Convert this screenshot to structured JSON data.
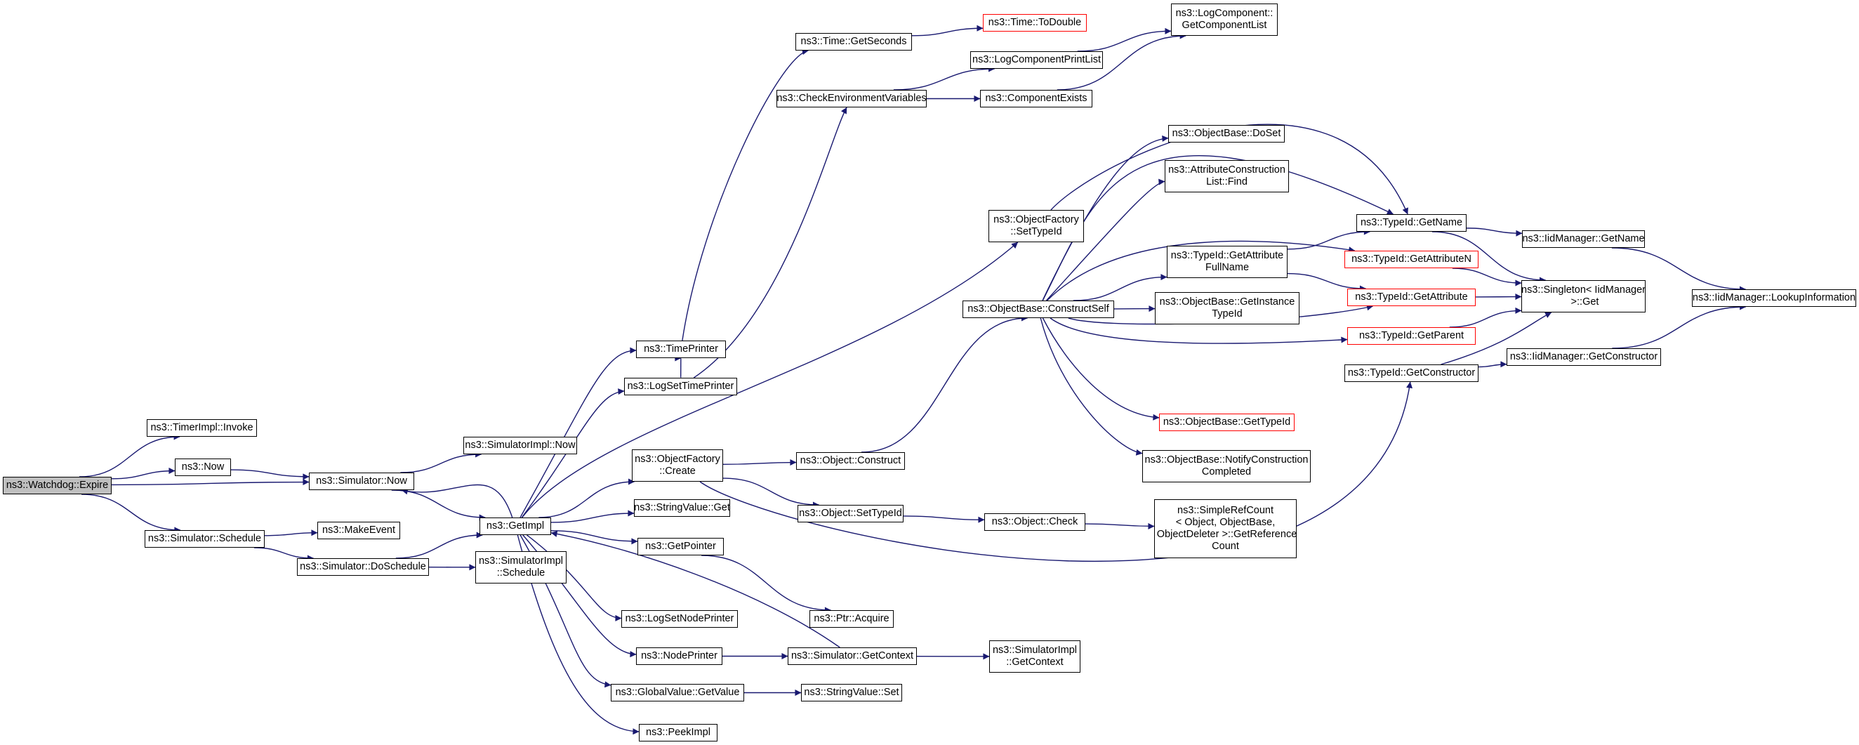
{
  "diagram": {
    "nodes": [
      {
        "id": "expire",
        "label": "ns3::Watchdog::Expire",
        "root": true
      },
      {
        "id": "timerimpl_invoke",
        "label": "ns3::TimerImpl::Invoke"
      },
      {
        "id": "now",
        "label": "ns3::Now"
      },
      {
        "id": "sim_now",
        "label": "ns3::Simulator::Now"
      },
      {
        "id": "simimpl_now",
        "label": "ns3::SimulatorImpl::Now"
      },
      {
        "id": "sim_schedule",
        "label": "ns3::Simulator::Schedule"
      },
      {
        "id": "makeevent",
        "label": "ns3::MakeEvent"
      },
      {
        "id": "sim_doschedule",
        "label": "ns3::Simulator::DoSchedule"
      },
      {
        "id": "simimpl_schedule",
        "label": "ns3::SimulatorImpl\n::Schedule"
      },
      {
        "id": "getimpl",
        "label": "ns3::GetImpl"
      },
      {
        "id": "timeprinter",
        "label": "ns3::TimePrinter"
      },
      {
        "id": "logsettimeprinter",
        "label": "ns3::LogSetTimePrinter"
      },
      {
        "id": "time_getseconds",
        "label": "ns3::Time::GetSeconds"
      },
      {
        "id": "time_todouble",
        "label": "ns3::Time::ToDouble",
        "red": true
      },
      {
        "id": "checkenv",
        "label": "ns3::CheckEnvironmentVariables"
      },
      {
        "id": "logcompprintlist",
        "label": "ns3::LogComponentPrintList"
      },
      {
        "id": "componentexists",
        "label": "ns3::ComponentExists"
      },
      {
        "id": "logcomp_getlist",
        "label": "ns3::LogComponent::\nGetComponentList"
      },
      {
        "id": "of_settypeid",
        "label": "ns3::ObjectFactory\n::SetTypeId"
      },
      {
        "id": "of_create",
        "label": "ns3::ObjectFactory\n::Create"
      },
      {
        "id": "stringvalue_get",
        "label": "ns3::StringValue::Get"
      },
      {
        "id": "getpointer",
        "label": "ns3::GetPointer"
      },
      {
        "id": "lognodeprinter",
        "label": "ns3::LogSetNodePrinter"
      },
      {
        "id": "nodeprinter",
        "label": "ns3::NodePrinter"
      },
      {
        "id": "gv_getvalue",
        "label": "ns3::GlobalValue::GetValue"
      },
      {
        "id": "peekimpl",
        "label": "ns3::PeekImpl"
      },
      {
        "id": "obj_construct",
        "label": "ns3::Object::Construct"
      },
      {
        "id": "obj_settypeid",
        "label": "ns3::Object::SetTypeId"
      },
      {
        "id": "ptr_acquire",
        "label": "ns3::Ptr::Acquire"
      },
      {
        "id": "sim_getcontext",
        "label": "ns3::Simulator::GetContext"
      },
      {
        "id": "stringvalue_set",
        "label": "ns3::StringValue::Set"
      },
      {
        "id": "obj_check",
        "label": "ns3::Object::Check"
      },
      {
        "id": "simimpl_getcontext",
        "label": "ns3::SimulatorImpl\n::GetContext"
      },
      {
        "id": "srefcount",
        "label": "ns3::SimpleRefCount\n< Object, ObjectBase,\n ObjectDeleter >::GetReference\nCount"
      },
      {
        "id": "ob_constructself",
        "label": "ns3::ObjectBase::ConstructSelf"
      },
      {
        "id": "ob_doset",
        "label": "ns3::ObjectBase::DoSet"
      },
      {
        "id": "attrconslist_find",
        "label": "ns3::AttributeConstruction\nList::Find"
      },
      {
        "id": "typeid_getattrfullname",
        "label": "ns3::TypeId::GetAttribute\nFullName"
      },
      {
        "id": "ob_getinstancetypeid",
        "label": "ns3::ObjectBase::GetInstance\nTypeId"
      },
      {
        "id": "ob_gettypeid",
        "label": "ns3::ObjectBase::GetTypeId",
        "red": true
      },
      {
        "id": "ob_notifyconstcompleted",
        "label": "ns3::ObjectBase::NotifyConstruction\nCompleted"
      },
      {
        "id": "typeid_getname",
        "label": "ns3::TypeId::GetName"
      },
      {
        "id": "typeid_getattributen",
        "label": "ns3::TypeId::GetAttributeN",
        "red": true
      },
      {
        "id": "typeid_getattribute",
        "label": "ns3::TypeId::GetAttribute",
        "red": true
      },
      {
        "id": "typeid_getparent",
        "label": "ns3::TypeId::GetParent",
        "red": true
      },
      {
        "id": "typeid_getconstructor",
        "label": "ns3::TypeId::GetConstructor"
      },
      {
        "id": "iidmgr_getname",
        "label": "ns3::IidManager::GetName"
      },
      {
        "id": "singleton_get",
        "label": "ns3::Singleton< IidManager\n >::Get"
      },
      {
        "id": "iidmgr_getconstructor",
        "label": "ns3::IidManager::GetConstructor"
      },
      {
        "id": "iidmgr_lookupinfo",
        "label": "ns3::IidManager::LookupInformation"
      }
    ],
    "edges": [
      [
        "expire",
        "timerimpl_invoke"
      ],
      [
        "expire",
        "now"
      ],
      [
        "expire",
        "sim_now"
      ],
      [
        "expire",
        "sim_schedule"
      ],
      [
        "now",
        "sim_now"
      ],
      [
        "sim_now",
        "simimpl_now"
      ],
      [
        "sim_now",
        "getimpl"
      ],
      [
        "sim_schedule",
        "makeevent"
      ],
      [
        "sim_schedule",
        "sim_doschedule"
      ],
      [
        "sim_doschedule",
        "getimpl"
      ],
      [
        "sim_doschedule",
        "simimpl_schedule"
      ],
      [
        "getimpl",
        "sim_now"
      ],
      [
        "getimpl",
        "timeprinter"
      ],
      [
        "getimpl",
        "logsettimeprinter"
      ],
      [
        "getimpl",
        "of_settypeid"
      ],
      [
        "getimpl",
        "of_create"
      ],
      [
        "getimpl",
        "stringvalue_get"
      ],
      [
        "getimpl",
        "getpointer"
      ],
      [
        "getimpl",
        "lognodeprinter"
      ],
      [
        "getimpl",
        "nodeprinter"
      ],
      [
        "getimpl",
        "gv_getvalue"
      ],
      [
        "getimpl",
        "peekimpl"
      ],
      [
        "timeprinter",
        "time_getseconds"
      ],
      [
        "logsettimeprinter",
        "timeprinter"
      ],
      [
        "logsettimeprinter",
        "checkenv"
      ],
      [
        "time_getseconds",
        "time_todouble"
      ],
      [
        "checkenv",
        "logcompprintlist"
      ],
      [
        "checkenv",
        "componentexists"
      ],
      [
        "logcompprintlist",
        "logcomp_getlist"
      ],
      [
        "componentexists",
        "logcomp_getlist"
      ],
      [
        "of_settypeid",
        "typeid_getname"
      ],
      [
        "of_create",
        "obj_construct"
      ],
      [
        "of_create",
        "obj_settypeid"
      ],
      [
        "of_create",
        "typeid_getconstructor"
      ],
      [
        "getpointer",
        "ptr_acquire"
      ],
      [
        "nodeprinter",
        "sim_getcontext"
      ],
      [
        "gv_getvalue",
        "stringvalue_set"
      ],
      [
        "sim_getcontext",
        "getimpl"
      ],
      [
        "sim_getcontext",
        "simimpl_getcontext"
      ],
      [
        "obj_construct",
        "ob_constructself"
      ],
      [
        "obj_settypeid",
        "obj_check"
      ],
      [
        "obj_check",
        "srefcount"
      ],
      [
        "ob_constructself",
        "ob_doset"
      ],
      [
        "ob_constructself",
        "attrconslist_find"
      ],
      [
        "ob_constructself",
        "typeid_getattrfullname"
      ],
      [
        "ob_constructself",
        "ob_getinstancetypeid"
      ],
      [
        "ob_constructself",
        "ob_gettypeid"
      ],
      [
        "ob_constructself",
        "ob_notifyconstcompleted"
      ],
      [
        "ob_constructself",
        "typeid_getname"
      ],
      [
        "ob_constructself",
        "typeid_getattributen"
      ],
      [
        "ob_constructself",
        "typeid_getattribute"
      ],
      [
        "ob_constructself",
        "typeid_getparent"
      ],
      [
        "typeid_getattrfullname",
        "typeid_getname"
      ],
      [
        "typeid_getattrfullname",
        "typeid_getattribute"
      ],
      [
        "typeid_getname",
        "iidmgr_getname"
      ],
      [
        "typeid_getname",
        "singleton_get"
      ],
      [
        "typeid_getattributen",
        "singleton_get"
      ],
      [
        "typeid_getattribute",
        "singleton_get"
      ],
      [
        "typeid_getparent",
        "singleton_get"
      ],
      [
        "typeid_getconstructor",
        "singleton_get"
      ],
      [
        "typeid_getconstructor",
        "iidmgr_getconstructor"
      ],
      [
        "iidmgr_getname",
        "iidmgr_lookupinfo"
      ],
      [
        "iidmgr_getconstructor",
        "iidmgr_lookupinfo"
      ]
    ],
    "colors": {
      "edge": "#191970",
      "node_border": "#000000",
      "warning_border": "#ff0000",
      "root_fill": "#bfbfbf"
    }
  }
}
